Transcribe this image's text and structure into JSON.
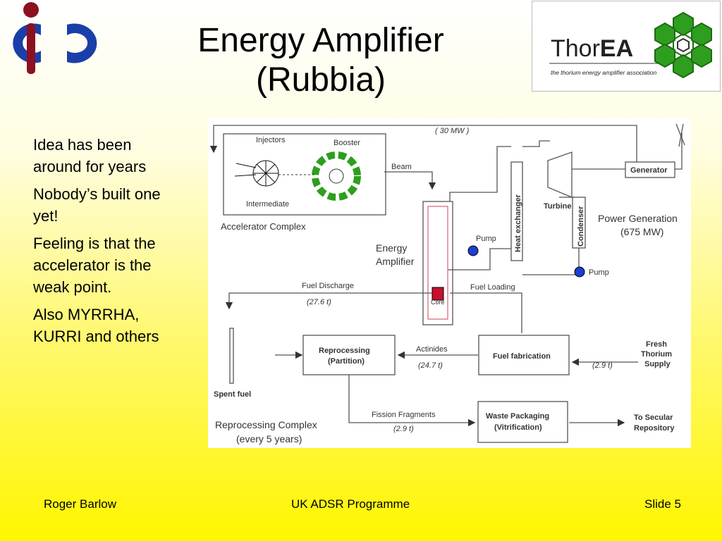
{
  "slide": {
    "title_line1": "Energy Amplifier",
    "title_line2": "(Rubbia)"
  },
  "logo_right": {
    "name": "ThorEA",
    "name_plain": "Thor",
    "name_bold": "EA",
    "tagline": "the thorium energy amplifier association"
  },
  "bullets": [
    "Idea has been around for years",
    "Nobody’s built one yet!",
    "Feeling is that the accelerator is the weak point.",
    "Also MYRRHA, KURRI and others"
  ],
  "diagram": {
    "top_flow": "( 30 MW )",
    "injectors": "Injectors",
    "booster": "Booster",
    "intermediate": "Intermediate",
    "beam": "Beam",
    "accelerator_complex": "Accelerator Complex",
    "generator": "Generator",
    "turbine": "Turbine",
    "heat_exchanger": "Heat exchanger",
    "condenser": "Condenser",
    "power_generation_1": "Power Generation",
    "power_generation_2": "(675 MW)",
    "pump1": "Pump",
    "pump2": "Pump",
    "energy_amplifier_1": "Energy",
    "energy_amplifier_2": "Amplifier",
    "core": "Core",
    "fuel_discharge": "Fuel Discharge",
    "fuel_discharge_amt": "(27.6 t)",
    "fuel_loading": "Fuel Loading",
    "reprocessing_1": "Reprocessing",
    "reprocessing_2": "(Partition)",
    "actinides": "Actinides",
    "actinides_amt": "(24.7 t)",
    "fuel_fabrication": "Fuel fabrication",
    "fresh_1": "Fresh",
    "fresh_2": "Thorium",
    "fresh_3": "Supply",
    "fresh_amt": "(2.9 t)",
    "spent_fuel": "Spent fuel",
    "fission_fragments": "Fission Fragments",
    "fission_amt": "(2.9 t)",
    "waste_1": "Waste Packaging",
    "waste_2": "(Vitrification)",
    "secular_1": "To Secular",
    "secular_2": "Repository",
    "reproc_complex_1": "Reprocessing Complex",
    "reproc_complex_2": "(every 5 years)"
  },
  "footer": {
    "author": "Roger Barlow",
    "programme": "UK ADSR Programme",
    "slide": "Slide 5"
  },
  "colors": {
    "logo_blue": "#1a3fa8",
    "logo_red": "#8b1020",
    "thorea_green": "#2e9e1f",
    "pump_blue": "#1c3fd0",
    "core_red": "#c8102e"
  }
}
